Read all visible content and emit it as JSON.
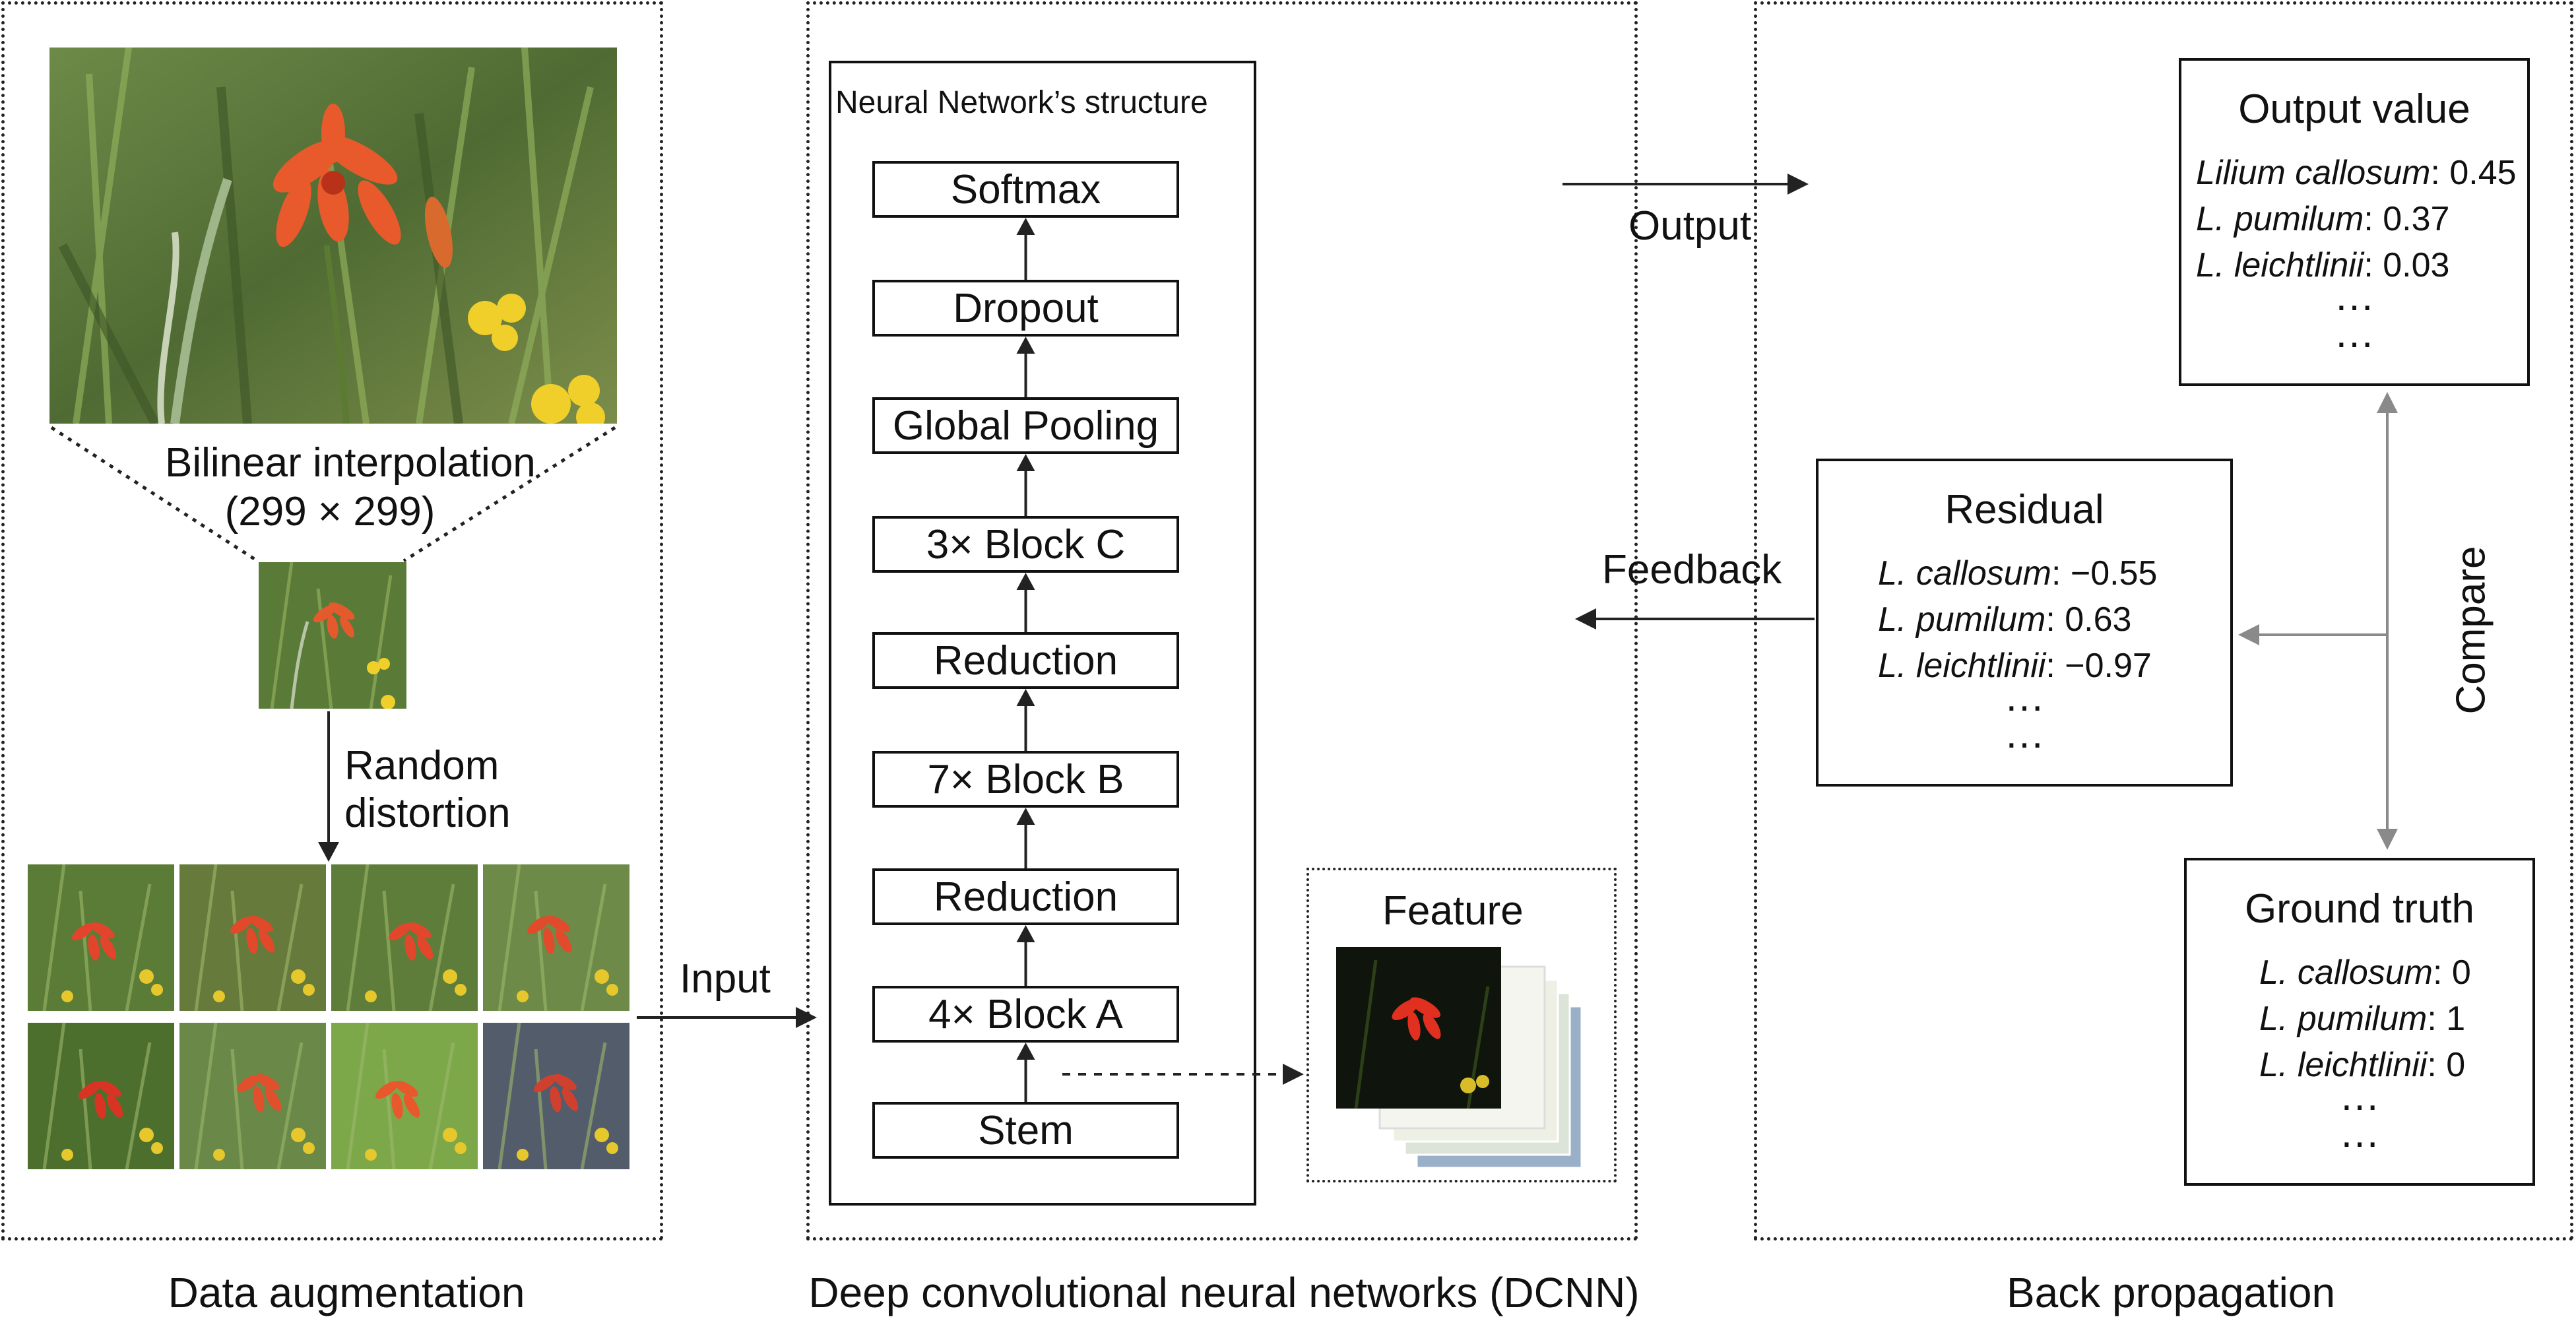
{
  "sections": {
    "data_augmentation": "Data augmentation",
    "dcnn": "Deep convolutional neural networks (DCNN)",
    "back_propagation": "Back propagation"
  },
  "augmentation": {
    "bilinear_line1": "Bilinear interpolation",
    "bilinear_line2": "(299 × 299)",
    "random_line1": "Random",
    "random_line2": "distortion",
    "input_label": "Input"
  },
  "network": {
    "title": "Neural Network’s structure",
    "layers": [
      "Softmax",
      "Dropout",
      "Global Pooling",
      "3× Block C",
      "Reduction",
      "7× Block B",
      "Reduction",
      "4× Block A",
      "Stem"
    ],
    "feature_label": "Feature"
  },
  "flow": {
    "output_label": "Output",
    "feedback_label": "Feedback",
    "compare_label": "Compare"
  },
  "output_value": {
    "title": "Output value",
    "rows": [
      {
        "species": "Lilium callosum",
        "value": ": 0.45"
      },
      {
        "species": "L. pumilum",
        "value": ": 0.37"
      },
      {
        "species": "L. leichtlinii",
        "value": ": 0.03"
      }
    ],
    "ellipsis": "…"
  },
  "residual": {
    "title": "Residual",
    "rows": [
      {
        "species": "L. callosum",
        "value": ": −0.55"
      },
      {
        "species": "L. pumilum",
        "value": ": 0.63"
      },
      {
        "species": "L. leichtlinii",
        "value": ": −0.97"
      }
    ],
    "ellipsis": "…"
  },
  "ground_truth": {
    "title": "Ground truth",
    "rows": [
      {
        "species": "L. callosum",
        "value": ": 0"
      },
      {
        "species": "L. pumilum",
        "value": ": 1"
      },
      {
        "species": "L. leichtlinii",
        "value": ": 0"
      }
    ],
    "ellipsis": "…"
  },
  "colors": {
    "line": "#111111",
    "gray_arrow": "#8a8a8a",
    "lily_red": "#e0482a",
    "grass_green": "#5f7d3a",
    "yellow_flower": "#e3c530"
  }
}
